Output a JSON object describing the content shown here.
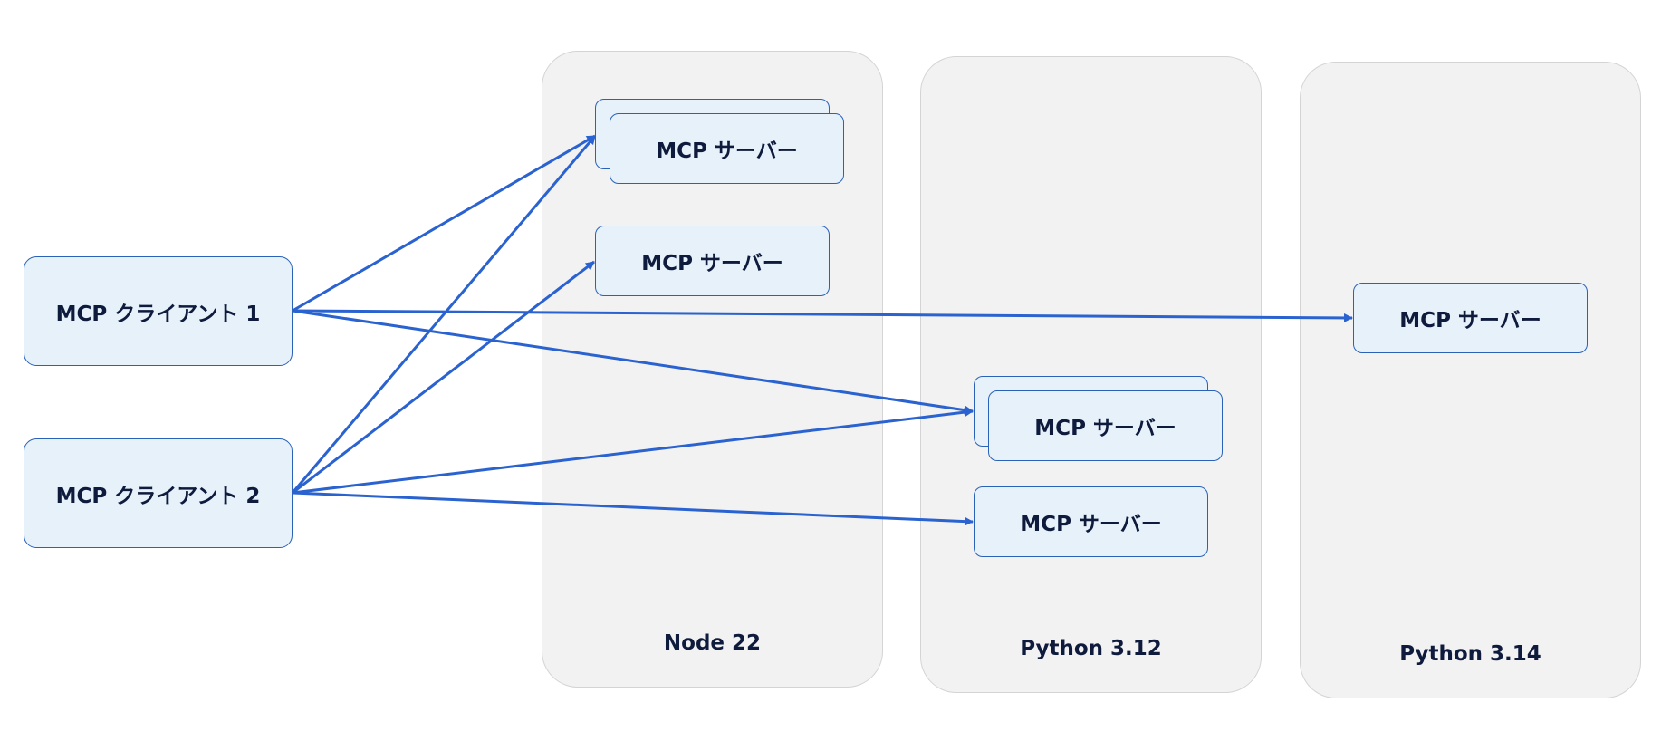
{
  "runtimes": {
    "node22": "Node 22",
    "python312": "Python 3.12",
    "python314": "Python 3.14"
  },
  "clients": {
    "client1": "MCP クライアント 1",
    "client2": "MCP クライアント 2"
  },
  "servers": {
    "label": "MCP サーバー"
  },
  "colors": {
    "arrow": "#2a62d0",
    "box_fill": "#e6f1fa",
    "box_border": "#2a62b8",
    "runtime_fill": "#f2f2f2"
  }
}
